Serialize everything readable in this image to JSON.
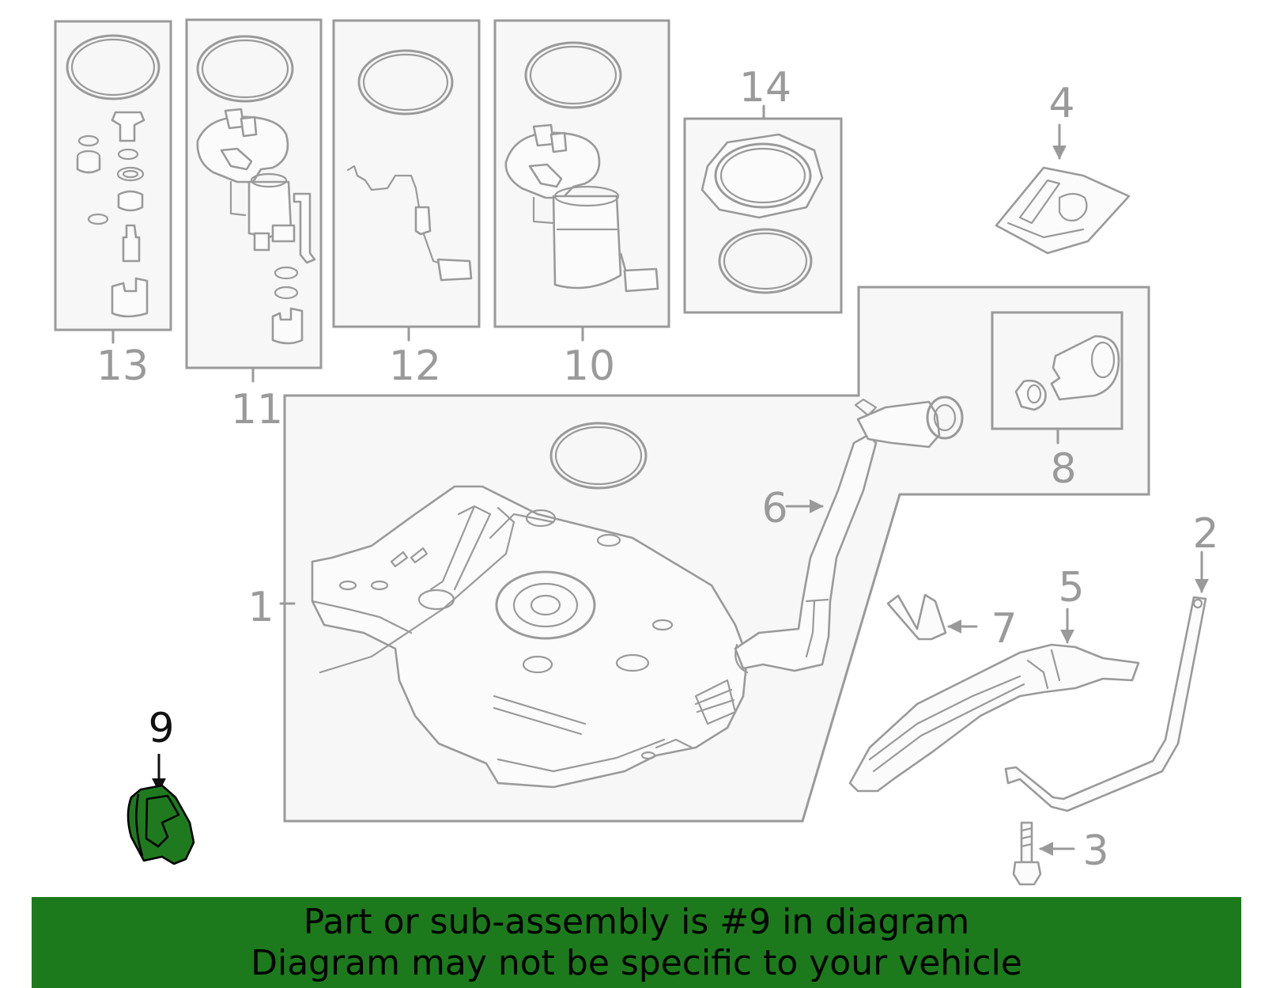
{
  "callouts": {
    "c1": "1",
    "c2": "2",
    "c3": "3",
    "c4": "4",
    "c5": "5",
    "c6": "6",
    "c7": "7",
    "c8": "8",
    "c9": "9",
    "c10": "10",
    "c11": "11",
    "c12": "12",
    "c13": "13",
    "c14": "14"
  },
  "highlight": {
    "part_number": "9",
    "fill_color": "#1f7a1f",
    "stroke_color": "#000000"
  },
  "banner": {
    "line1": "Part or sub-assembly is #9 in diagram",
    "line2": "Diagram may not be specific to your vehicle",
    "background": "#1c7a1c"
  }
}
